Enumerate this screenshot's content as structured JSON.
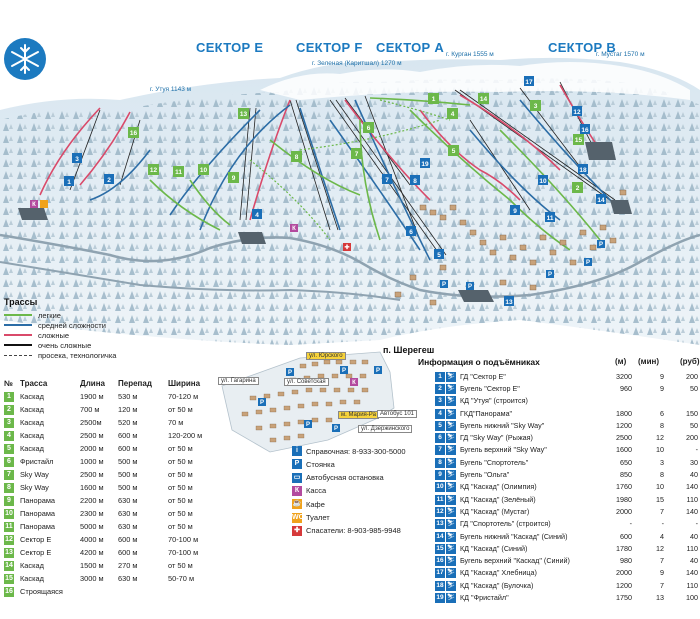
{
  "sectors": [
    {
      "label": "СЕКТОР Е"
    },
    {
      "label": "СЕКТОР F"
    },
    {
      "label": "СЕКТОР А"
    },
    {
      "label": "СЕКТОР В"
    }
  ],
  "peaks": [
    {
      "label": "г. Утуя 1143 м"
    },
    {
      "label": "г. Зеленая (Каритшал) 1270 м"
    },
    {
      "label": "г. Курган 1555 м"
    },
    {
      "label": "г. Мустаг 1570 м"
    }
  ],
  "legend": {
    "title": "Трассы",
    "items": [
      {
        "label": "легкие",
        "color": "#6cb84a",
        "style": "solid"
      },
      {
        "label": "средней сложности",
        "color": "#2c6da6",
        "style": "solid"
      },
      {
        "label": "сложные",
        "color": "#d94a6a",
        "style": "solid"
      },
      {
        "label": "очень сложные",
        "color": "#111111",
        "style": "solid"
      },
      {
        "label": "просека, технологичка",
        "color": "#444444",
        "style": "dashed"
      }
    ]
  },
  "trails": {
    "headers": [
      "№",
      "Трасса",
      "Длина",
      "Перепад",
      "Ширина"
    ],
    "rows": [
      {
        "n": "1",
        "name": "Каскад",
        "len": "1900 м",
        "drop": "530 м",
        "width": "70-120 м",
        "color": "#6cb84a"
      },
      {
        "n": "2",
        "name": "Каскад",
        "len": "700 м",
        "drop": "120 м",
        "width": "от 50 м",
        "color": "#6cb84a"
      },
      {
        "n": "3",
        "name": "Каскад",
        "len": "2500м",
        "drop": "520 м",
        "width": "70 м",
        "color": "#6cb84a"
      },
      {
        "n": "4",
        "name": "Каскад",
        "len": "2500 м",
        "drop": "600 м",
        "width": "120-200 м",
        "color": "#6cb84a"
      },
      {
        "n": "5",
        "name": "Каскад",
        "len": "2000 м",
        "drop": "600 м",
        "width": "от 50 м",
        "color": "#6cb84a"
      },
      {
        "n": "6",
        "name": "Фристайл",
        "len": "1000 м",
        "drop": "500 м",
        "width": "от 50 м",
        "color": "#6cb84a"
      },
      {
        "n": "7",
        "name": "Sky Way",
        "len": "2500 м",
        "drop": "500 м",
        "width": "от 50 м",
        "color": "#6cb84a"
      },
      {
        "n": "8",
        "name": "Sky Way",
        "len": "1600 м",
        "drop": "500 м",
        "width": "от 50 м",
        "color": "#6cb84a"
      },
      {
        "n": "9",
        "name": "Панорама",
        "len": "2200 м",
        "drop": "630 м",
        "width": "от 50 м",
        "color": "#6cb84a"
      },
      {
        "n": "10",
        "name": "Панорама",
        "len": "2300 м",
        "drop": "630 м",
        "width": "от 50 м",
        "color": "#6cb84a"
      },
      {
        "n": "11",
        "name": "Панорама",
        "len": "5000 м",
        "drop": "630 м",
        "width": "от 50 м",
        "color": "#6cb84a"
      },
      {
        "n": "12",
        "name": "Сектор Е",
        "len": "4000 м",
        "drop": "600 м",
        "width": "70-100 м",
        "color": "#6cb84a"
      },
      {
        "n": "13",
        "name": "Сектор Е",
        "len": "4200 м",
        "drop": "600 м",
        "width": "70-100 м",
        "color": "#6cb84a"
      },
      {
        "n": "14",
        "name": "Каскад",
        "len": "1500 м",
        "drop": "270 м",
        "width": "от 50 м",
        "color": "#6cb84a"
      },
      {
        "n": "15",
        "name": "Каскад",
        "len": "3000 м",
        "drop": "630 м",
        "width": "50-70 м",
        "color": "#6cb84a"
      },
      {
        "n": "16",
        "name": "Строящаяся",
        "len": "",
        "drop": "",
        "width": "",
        "color": "#6cb84a"
      }
    ]
  },
  "town": {
    "title": "п. Шерегеш",
    "streets": [
      "ул. Гагарина",
      "ул. Советская",
      "ул. Юрского",
      "ул. Дзержинского",
      "м. Мария-Ра",
      "Автобус 101"
    ]
  },
  "services": [
    {
      "icon": "i",
      "label": "Справочная: 8-933-300-5000",
      "color": "#1a6fb8"
    },
    {
      "icon": "P",
      "label": "Стоянка",
      "color": "#1a6fb8"
    },
    {
      "icon": "▭",
      "label": "Автобусная остановка",
      "color": "#1a6fb8"
    },
    {
      "icon": "К",
      "label": "Касса",
      "color": "#b34a9e"
    },
    {
      "icon": "☕",
      "label": "Кафе",
      "color": "#f0a21c"
    },
    {
      "icon": "WC",
      "label": "Туалет",
      "color": "#f0a21c"
    },
    {
      "icon": "✚",
      "label": "Спасатели: 8-903-985-9948",
      "color": "#d6393a"
    }
  ],
  "lifts": {
    "title": "Информация о подъёмниках",
    "headers": [
      "(м)",
      "(мин)",
      "(руб)"
    ],
    "rows": [
      {
        "n": "1",
        "name": "ГД \"Сектор Е\"",
        "len": "3200",
        "time": "9",
        "price": "200"
      },
      {
        "n": "2",
        "name": "Бугель \"Сектор Е\"",
        "len": "960",
        "time": "9",
        "price": "50"
      },
      {
        "n": "3",
        "name": "КД \"Утуя\" (строится)",
        "len": "",
        "time": "",
        "price": ""
      },
      {
        "n": "4",
        "name": "ГКД\"Панорама\"",
        "len": "1800",
        "time": "6",
        "price": "150"
      },
      {
        "n": "5",
        "name": "Бугель нижний \"Sky Way\"",
        "len": "1200",
        "time": "8",
        "price": "50"
      },
      {
        "n": "6",
        "name": "ГД \"Sky Way\" (Рыжая)",
        "len": "2500",
        "time": "12",
        "price": "200"
      },
      {
        "n": "7",
        "name": "Бугель верхний \"Sky Way\"",
        "len": "1600",
        "time": "10",
        "price": "-"
      },
      {
        "n": "8",
        "name": "Бугель \"Спортотель\"",
        "len": "650",
        "time": "3",
        "price": "30"
      },
      {
        "n": "9",
        "name": "Бугель \"Ольга\"",
        "len": "850",
        "time": "8",
        "price": "40"
      },
      {
        "n": "10",
        "name": "КД \"Каскад\" (Олимпия)",
        "len": "1760",
        "time": "10",
        "price": "140"
      },
      {
        "n": "11",
        "name": "КД \"Каскад\" (Зелёный)",
        "len": "1980",
        "time": "15",
        "price": "110"
      },
      {
        "n": "12",
        "name": "КД \"Каскад\" (Мустаг)",
        "len": "2000",
        "time": "7",
        "price": "140"
      },
      {
        "n": "13",
        "name": "ГД \"Спортотель\" (строится)",
        "len": "-",
        "time": "-",
        "price": "-"
      },
      {
        "n": "14",
        "name": "Бугель нижний \"Каскад\" (Синий)",
        "len": "600",
        "time": "4",
        "price": "40"
      },
      {
        "n": "15",
        "name": "КД \"Каскад\" (Синий)",
        "len": "1780",
        "time": "12",
        "price": "110"
      },
      {
        "n": "16",
        "name": "Бугель верхний \"Каскад\" (Синий)",
        "len": "980",
        "time": "7",
        "price": "40"
      },
      {
        "n": "17",
        "name": "КД \"Каскад\" Хлебница)",
        "len": "2000",
        "time": "9",
        "price": "140"
      },
      {
        "n": "18",
        "name": "КД \"Каскад\" (Булочка)",
        "len": "1200",
        "time": "7",
        "price": "110"
      },
      {
        "n": "19",
        "name": "КД \"Фристайл\"",
        "len": "1750",
        "time": "13",
        "price": "100"
      }
    ]
  },
  "colors": {
    "accent": "#1c7ac0",
    "easy": "#6cb84a",
    "medium": "#2c6da6",
    "hard": "#d94a6a",
    "expert": "#111111"
  }
}
